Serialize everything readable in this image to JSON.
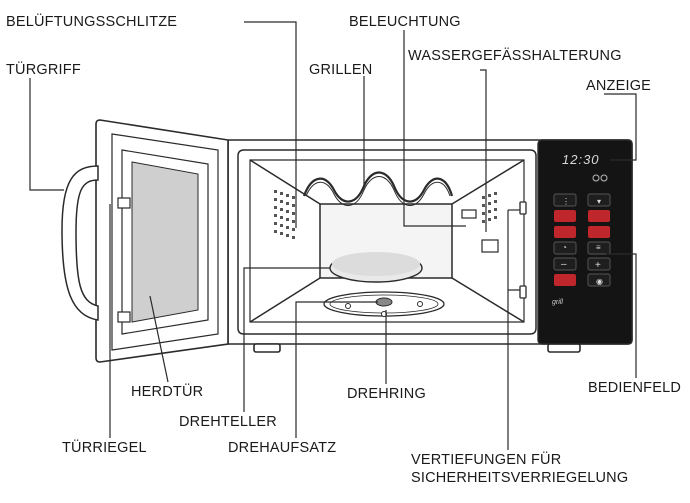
{
  "labels": {
    "vents": "BELÜFTUNGSSCHLITZE",
    "light": "BELEUCHTUNG",
    "handle": "TÜRGRIFF",
    "grill": "GRILLEN",
    "water_holder": "WASSERGEFÄSSHALTERUNG",
    "display": "ANZEIGE",
    "door": "HERDTÜR",
    "control_panel": "BEDIENFELD",
    "ring": "DREHRING",
    "turntable": "DREHTELLER",
    "latch": "TÜRRIEGEL",
    "coupler": "DREHAUFSATZ",
    "interlock_line1": "VERTIEFUNGEN FÜR",
    "interlock_line2": "SICHERHEITSVERRIEGELUNG"
  },
  "panel": {
    "time": "12:30",
    "brand": "grill"
  },
  "colors": {
    "line": "#2a2a2a",
    "panel": "#141414",
    "display_text": "#d8d8d8",
    "red_button": "#c0272d",
    "door_glass": "#cfcfcf",
    "cavity": "#f2f2f2"
  }
}
